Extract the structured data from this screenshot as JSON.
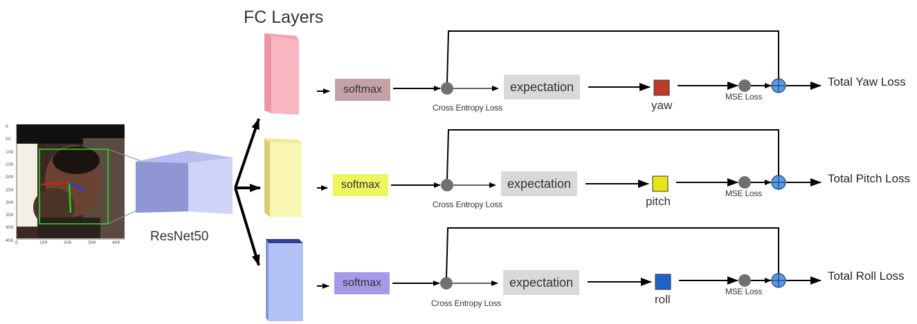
{
  "fc_title": "FC Layers",
  "backbone_label": "ResNet50",
  "input_image": {
    "y_ticks": [
      "0",
      "50",
      "100",
      "150",
      "200",
      "250",
      "300",
      "350",
      "400",
      "450"
    ],
    "x_ticks": [
      "0",
      "100",
      "200",
      "300",
      "400"
    ]
  },
  "colors": {
    "yaw": "#bb3b26",
    "pitch": "#e9e513",
    "roll": "#1e63c8",
    "fc_yaw": "#f9b6c2",
    "fc_pitch": "#f9f6b4",
    "fc_roll": "#b3c2f4",
    "softmax_yaw": "#c4a3a6",
    "softmax_pitch": "#edf55f",
    "softmax_roll": "#a59ae8",
    "resnet": "#9aa0d9",
    "node": "#707070",
    "adder": "#5b9be2"
  },
  "branches": [
    {
      "id": "yaw",
      "softmax_label": "softmax",
      "cross_entropy_label": "Cross Entropy Loss",
      "expectation_label": "expectation",
      "output_label": "yaw",
      "mse_label": "MSE Loss",
      "total_label": "Total Yaw Loss"
    },
    {
      "id": "pitch",
      "softmax_label": "softmax",
      "cross_entropy_label": "Cross Entropy Loss",
      "expectation_label": "expectation",
      "output_label": "pitch",
      "mse_label": "MSE Loss",
      "total_label": "Total Pitch Loss"
    },
    {
      "id": "roll",
      "softmax_label": "softmax",
      "cross_entropy_label": "Cross Entropy Loss",
      "expectation_label": "expectation",
      "output_label": "roll",
      "mse_label": "MSE Loss",
      "total_label": "Total Roll Loss"
    }
  ]
}
